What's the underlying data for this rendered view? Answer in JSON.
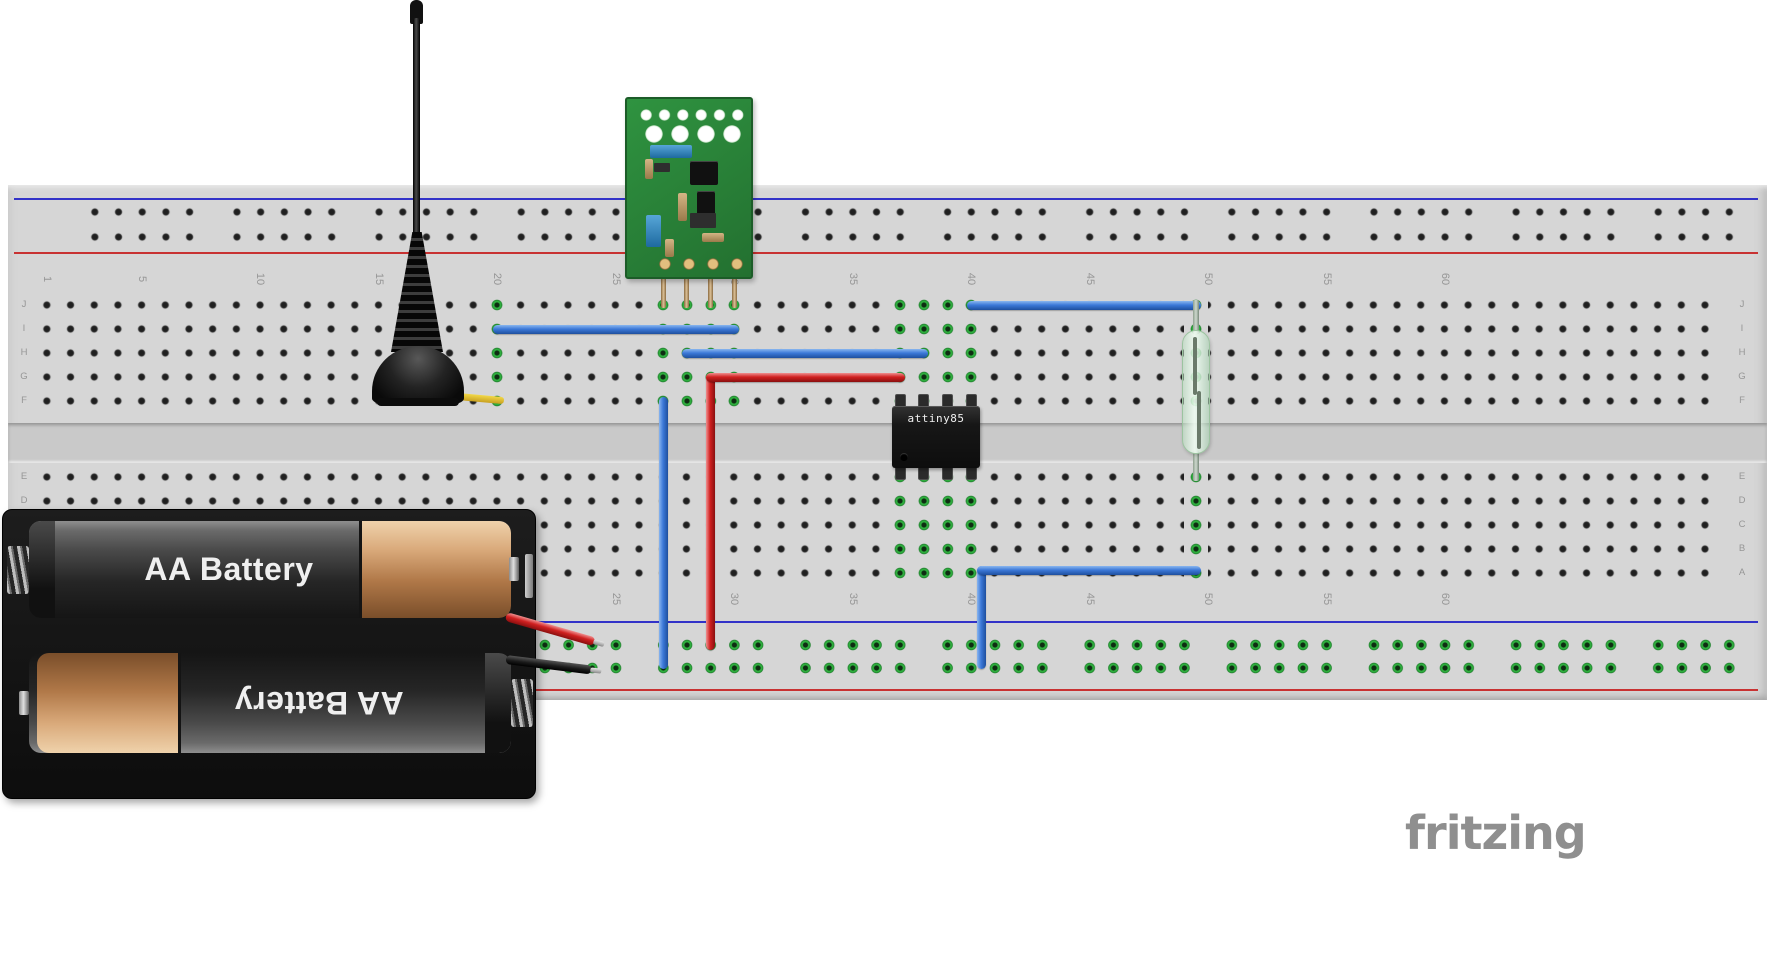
{
  "board": {
    "column_numbers": [
      "1",
      "5",
      "10",
      "15",
      "20",
      "25",
      "30",
      "35",
      "40",
      "45",
      "50",
      "55",
      "60"
    ],
    "row_letters_top": [
      "J",
      "I",
      "H",
      "G",
      "F"
    ],
    "row_letters_bottom": [
      "E",
      "D",
      "C",
      "B",
      "A"
    ]
  },
  "components": {
    "chip_label": "attiny85",
    "battery_label_top": "AA Battery",
    "battery_label_bottom": "AA Battery",
    "rf_module": "rf-transmitter-module",
    "antenna": "whip-antenna",
    "reed_switch": "reed-switch",
    "battery_holder": "2xAA-battery-holder"
  },
  "colors": {
    "board": "#d6d6d6",
    "rail_blue": "#3232c8",
    "rail_red": "#c83232",
    "wire_blue": "#3c79d8",
    "wire_red": "#d02020",
    "hole_green": "#2fae3e",
    "pcb_green": "#2f9340"
  },
  "watermark": "fritzing"
}
